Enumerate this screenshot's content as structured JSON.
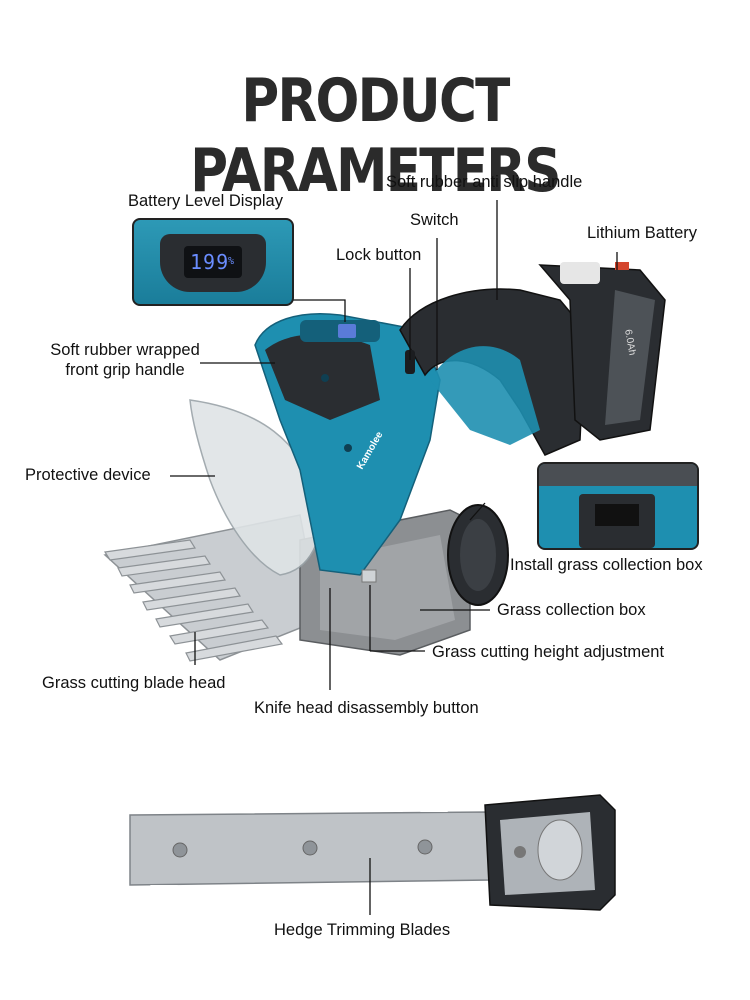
{
  "title": "PRODUCT PARAMETERS",
  "labels": {
    "battery_level_display": "Battery Level Display",
    "soft_rubber_handle": "Soft rubber anti slip handle",
    "switch": "Switch",
    "lithium_battery": "Lithium Battery",
    "lock_button": "Lock button",
    "front_grip_line1": "Soft rubber wrapped",
    "front_grip_line2": "front grip handle",
    "protective_device": "Protective device",
    "install_box": "Install grass collection box",
    "collection_box": "Grass collection box",
    "height_adjustment": "Grass cutting height adjustment",
    "blade_head": "Grass cutting blade head",
    "knife_disassembly": "Knife head disassembly button",
    "hedge_blades": "Hedge Trimming Blades"
  },
  "display": {
    "readout": "199",
    "unit": "%"
  },
  "product": {
    "brand": "Kamolee",
    "battery_spec": "6.0Ah"
  },
  "colors": {
    "body_teal": "#1e8fb0",
    "body_dark": "#2a2d31",
    "title": "#2b2b2b"
  }
}
